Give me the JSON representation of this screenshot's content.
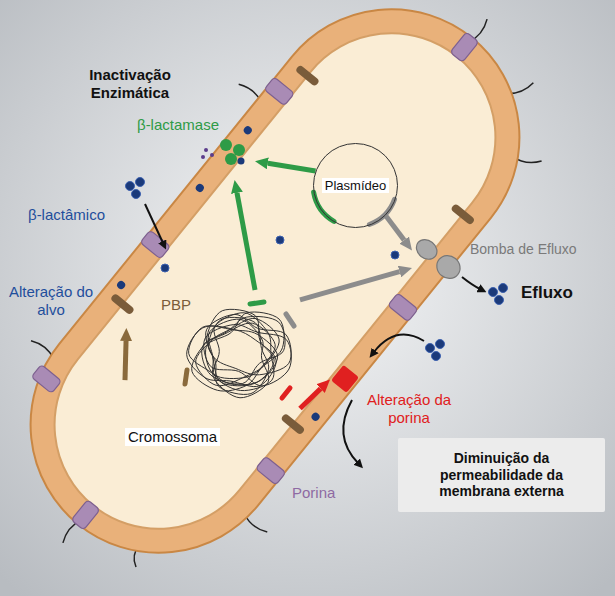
{
  "diagram": {
    "nodes": [
      {
        "text": [
          "Plasmídeo"
        ]
      },
      {
        "text": [
          "Cromossoma"
        ]
      },
      {
        "text": [
          "β-lactamase"
        ]
      },
      {
        "text": [
          "Bomba de Efluxo"
        ]
      },
      {
        "text": [
          "PBP"
        ]
      },
      {
        "text": [
          "Alteração da porina"
        ]
      },
      {
        "text": [
          "Diminuição da permeabilidade da membrana externa"
        ]
      }
    ],
    "edges": [
      {
        "from": 0,
        "to": 2,
        "arrow": "to"
      },
      {
        "from": 0,
        "to": 3,
        "arrow": "to"
      },
      {
        "from": 1,
        "to": 2,
        "arrow": "to"
      },
      {
        "from": 1,
        "to": 3,
        "arrow": "to"
      },
      {
        "from": 1,
        "to": 4,
        "arrow": "to"
      },
      {
        "from": 1,
        "to": 5,
        "arrow": "to"
      }
    ],
    "labels": [
      "Inactivação Enzimática",
      "β-lactâmico",
      "Alteração do alvo",
      "Efluxo",
      "Porina"
    ]
  }
}
